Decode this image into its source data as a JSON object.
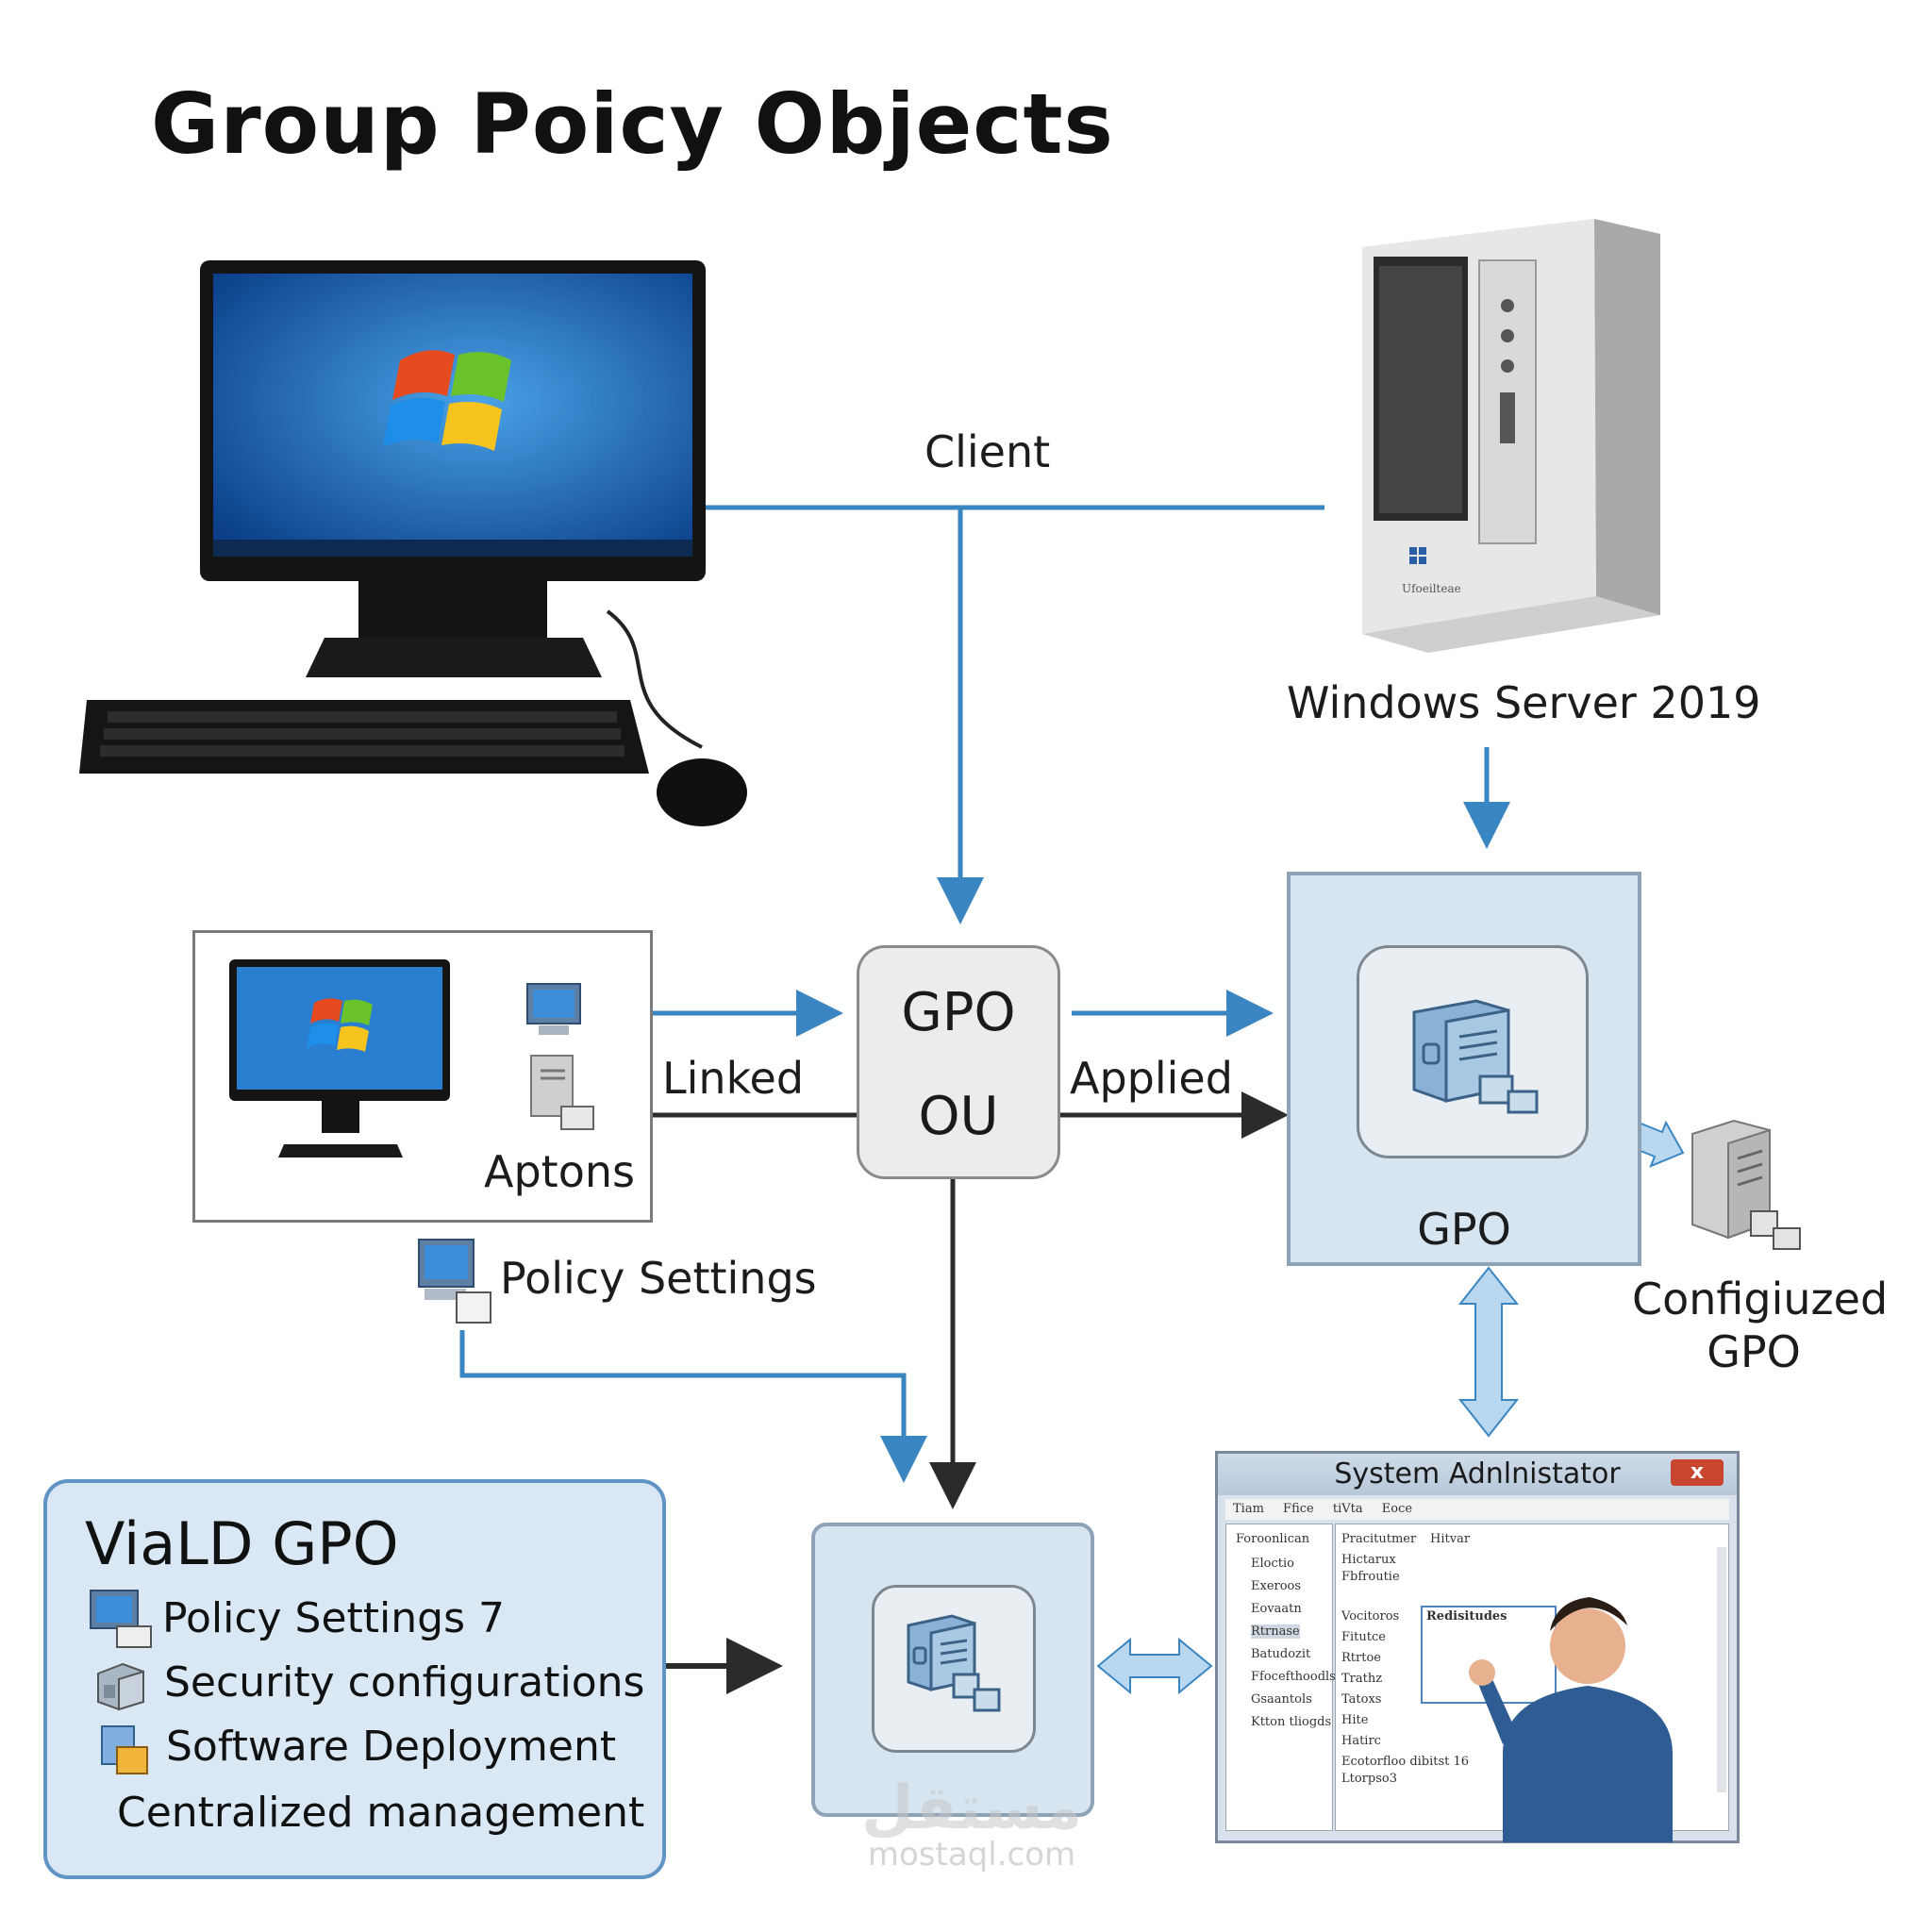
{
  "title": "Group Poicy Objects",
  "labels": {
    "client": "Client",
    "server": "Windows Server 2019",
    "linked": "Linked",
    "applied": "Applied",
    "aptons": "Aptons",
    "policy_settings": "Policy Settings",
    "gpo_box": "GPO",
    "configured_gpo_line1": "Configiuzed",
    "configured_gpo_line2": "GPO"
  },
  "center_node": {
    "top": "GPO",
    "bottom": "OU"
  },
  "legend": {
    "heading": "ViaLD GPO",
    "items": [
      "Policy Settings 7",
      "Security configurations",
      "Software Deployment",
      "Centralized management"
    ]
  },
  "admin_window": {
    "title": "System Adnlnistator",
    "close": "x",
    "menu": [
      "Tiam",
      "Ffice",
      "tiVta",
      "Eoce"
    ],
    "left_header": "Foroonlican",
    "left_items": [
      "Eloctio",
      "Exeroos",
      "Eovaatn",
      "Rtrnase",
      "Batudozit",
      "Ffocefthoodls",
      "Gsaantols",
      "Ktton tliogds"
    ],
    "right_header": [
      "Pracitutmer",
      "Hitvar"
    ],
    "right_items": [
      "Hictarux",
      "Fbfroutie",
      "Vocitoros",
      "Fitutce",
      "Rtrtoe",
      "Trathz",
      "Tatoxs",
      "Hite",
      "Hatirc"
    ],
    "footer": [
      "Ecotorfloo dibitst 16",
      "Ltorpso3"
    ],
    "dialog_title": "Redisitudes"
  },
  "server_badge": "Ufoeilteae",
  "watermark": {
    "arabic": "مستقل",
    "site": "mostaql.com"
  },
  "colors": {
    "wire_blue": "#3a86c2",
    "wire_dark": "#2b2b2b",
    "box_blue": "#d7e5f1",
    "legend_border": "#5f94c4",
    "double_arrow": "#b9d7ef"
  }
}
